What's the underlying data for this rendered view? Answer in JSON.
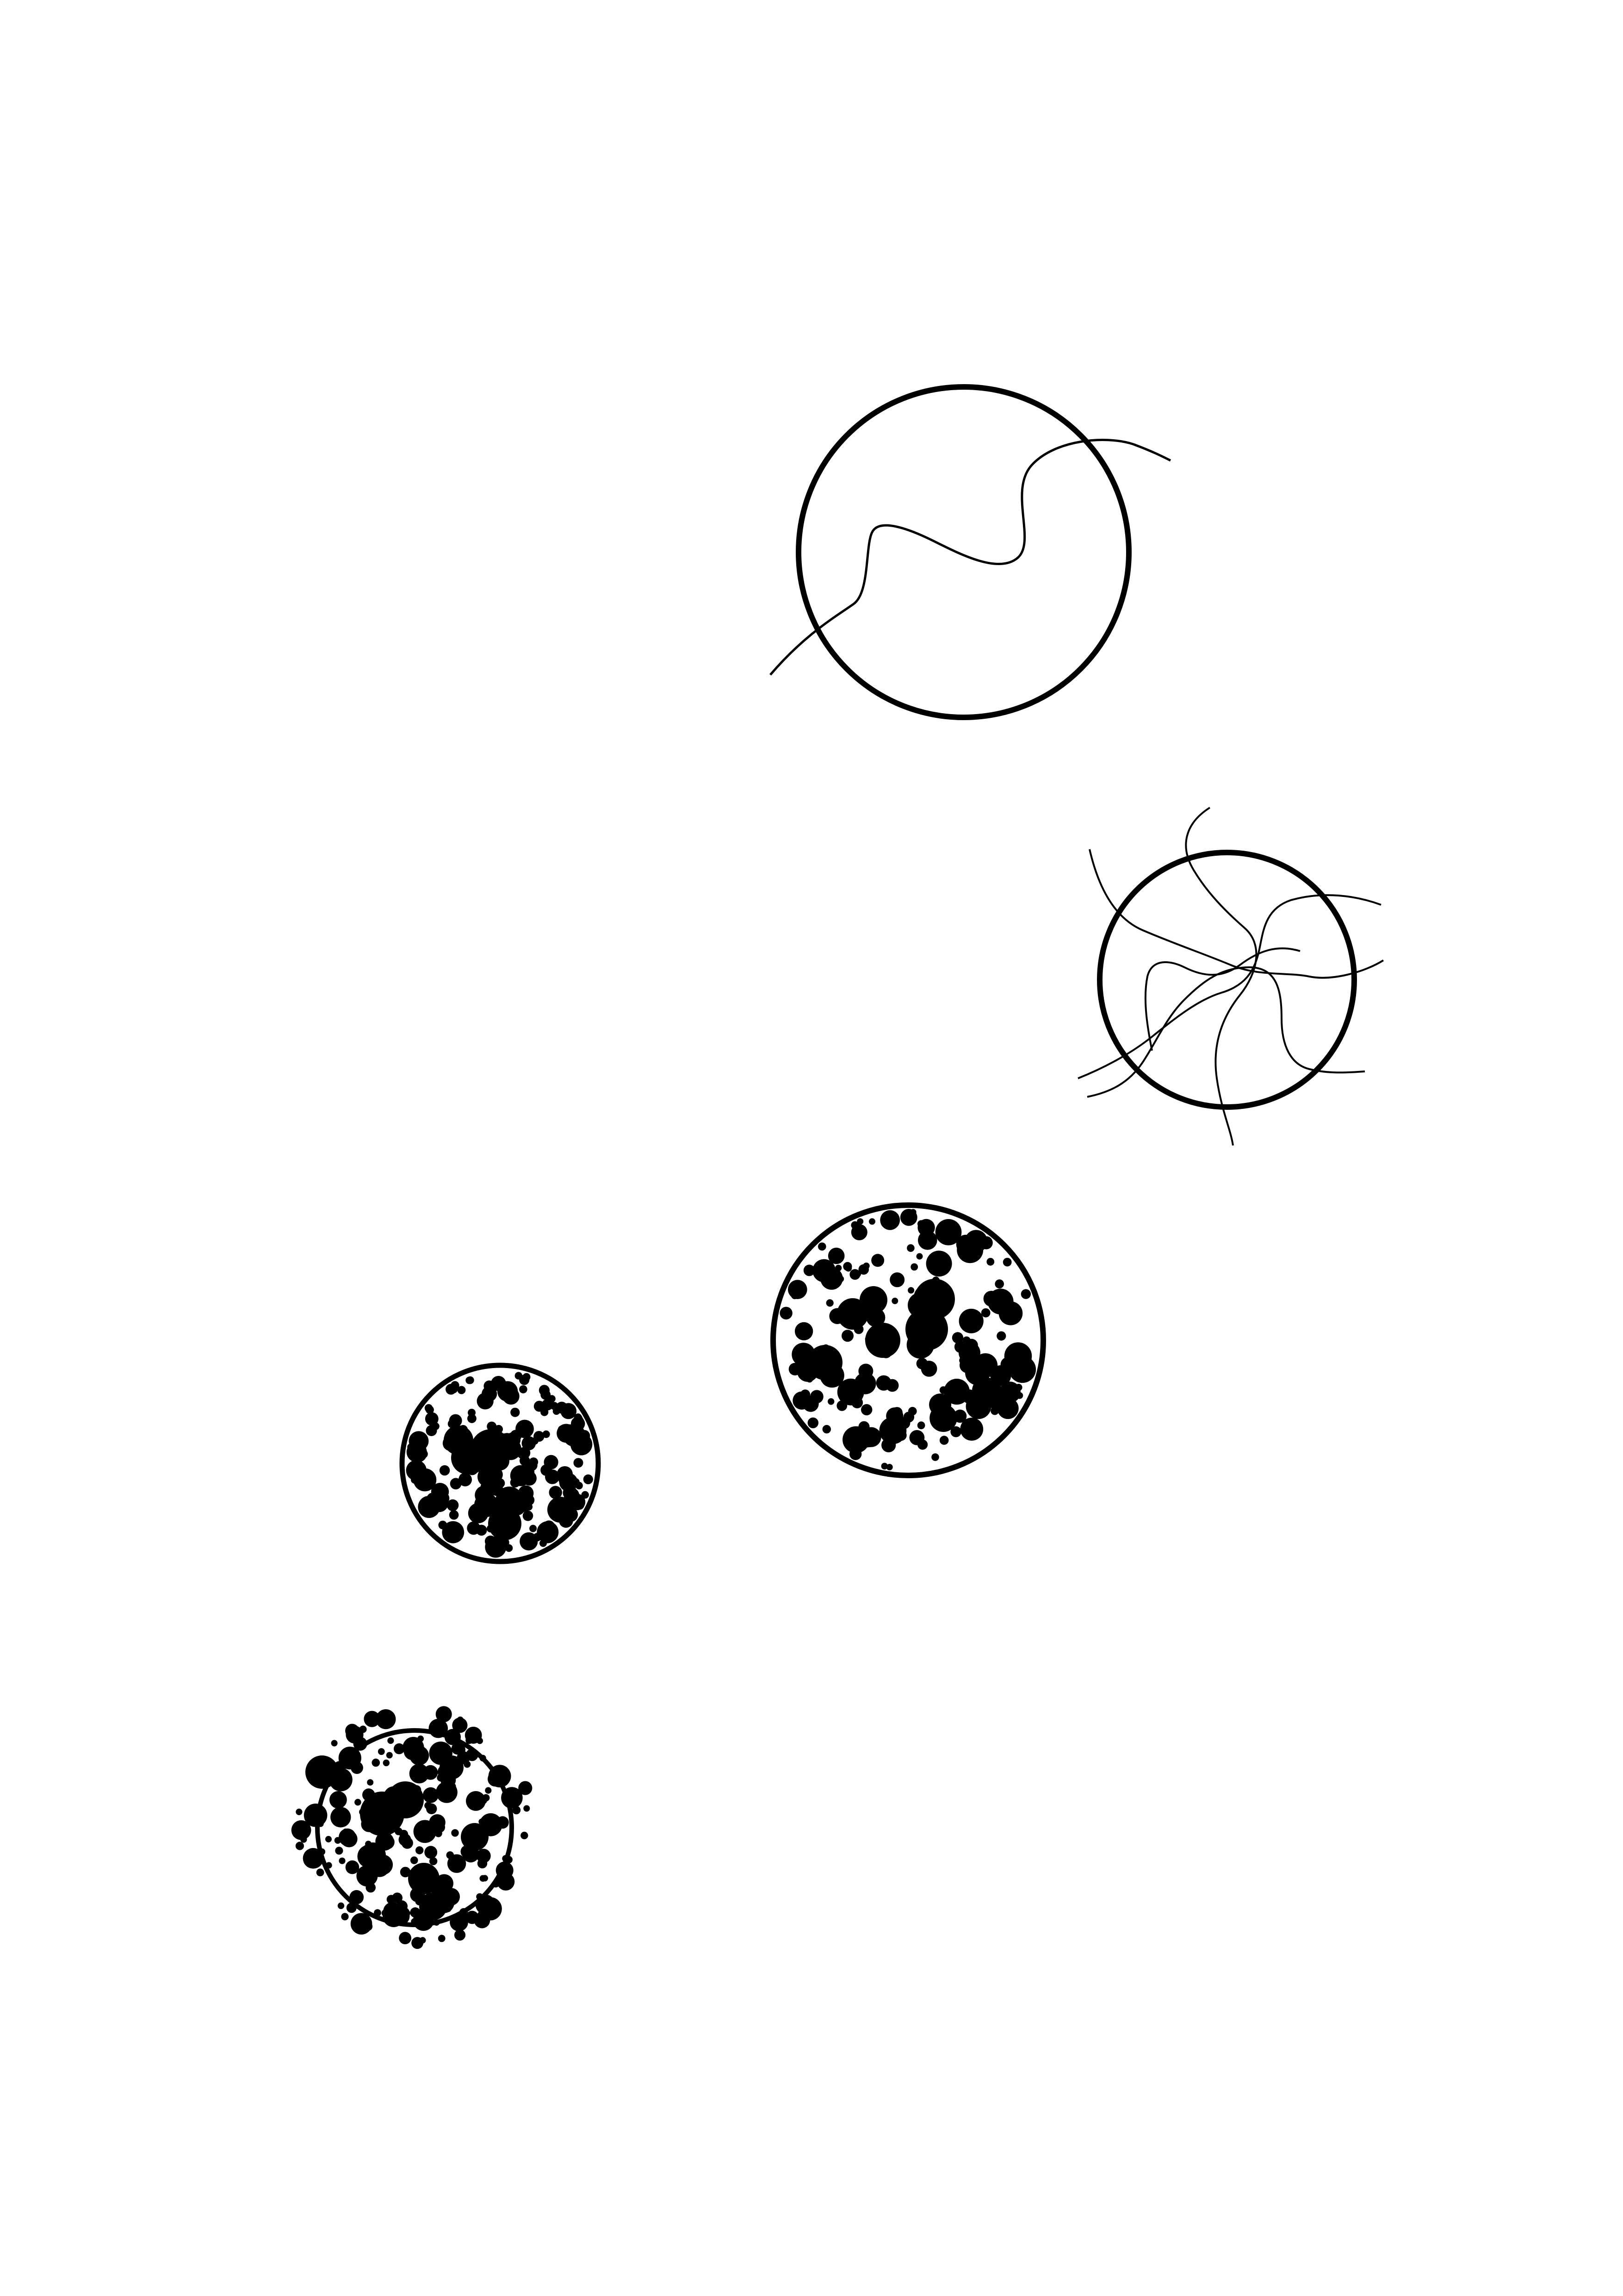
{
  "figure": {
    "background": "#ffffff",
    "ink": "#000000",
    "stages": [
      {
        "id": "single-strand",
        "label": ""
      },
      {
        "id": "tangled-strands",
        "label": ""
      },
      {
        "id": "loose-particles",
        "label": ""
      },
      {
        "id": "dense-particles",
        "label": ""
      },
      {
        "id": "overflowing-particles",
        "label": ""
      }
    ]
  }
}
